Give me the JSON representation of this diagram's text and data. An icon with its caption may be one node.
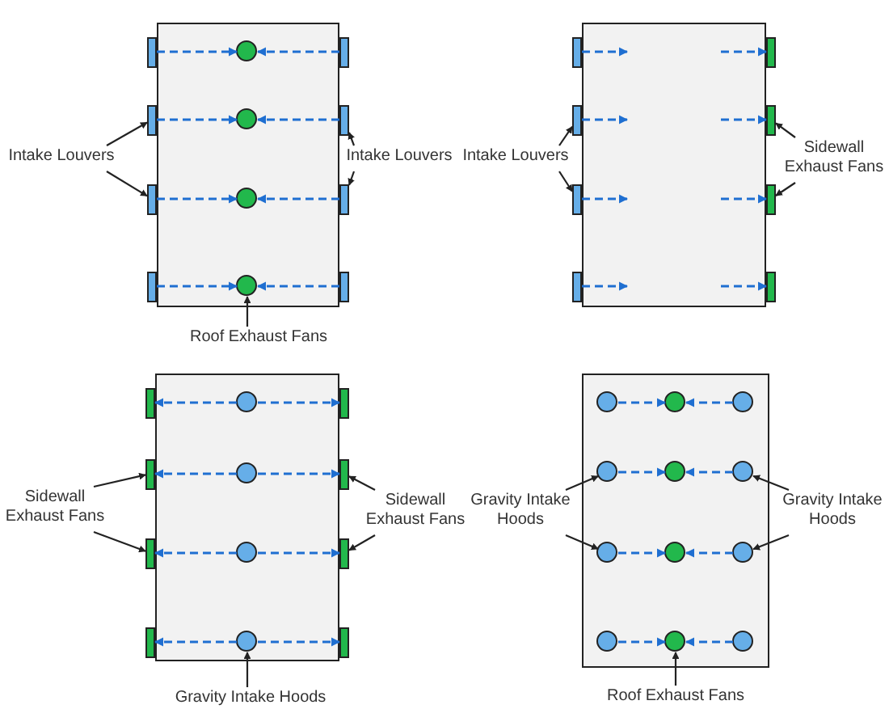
{
  "diagram": {
    "nodes": [
      {
        "text": [],
        "shape": "box"
      },
      {
        "text": [],
        "shape": "bar"
      },
      {
        "text": [],
        "shape": "circle",
        "in": 0
      },
      {
        "text": [],
        "shape": "bar"
      },
      {
        "text": [],
        "shape": "bar"
      },
      {
        "text": [],
        "shape": "circle",
        "in": 0
      },
      {
        "text": [],
        "shape": "bar"
      },
      {
        "text": [],
        "shape": "bar"
      },
      {
        "text": [],
        "shape": "circle",
        "in": 0
      },
      {
        "text": [],
        "shape": "bar"
      },
      {
        "text": [],
        "shape": "bar"
      },
      {
        "text": [],
        "shape": "circle",
        "in": 0
      },
      {
        "text": [],
        "shape": "bar"
      },
      {
        "text": [
          "Intake Louvers"
        ]
      },
      {
        "text": [
          "Intake Louvers"
        ]
      },
      {
        "text": [
          "Roof Exhaust Fans"
        ]
      },
      {
        "text": [],
        "shape": "box"
      },
      {
        "text": [],
        "shape": "bar"
      },
      {
        "text": [],
        "shape": "bar"
      },
      {
        "text": [],
        "shape": "bar"
      },
      {
        "text": [],
        "shape": "bar"
      },
      {
        "text": [],
        "shape": "bar"
      },
      {
        "text": [],
        "shape": "bar"
      },
      {
        "text": [],
        "shape": "bar"
      },
      {
        "text": [],
        "shape": "bar"
      },
      {
        "text": [
          "Intake Louvers"
        ]
      },
      {
        "text": [
          "Sidewall Exhaust Fans"
        ]
      },
      {
        "text": [],
        "shape": "box"
      },
      {
        "text": [],
        "shape": "bar"
      },
      {
        "text": [],
        "shape": "circle",
        "in": 27
      },
      {
        "text": [],
        "shape": "bar"
      },
      {
        "text": [],
        "shape": "bar"
      },
      {
        "text": [],
        "shape": "circle",
        "in": 27
      },
      {
        "text": [],
        "shape": "bar"
      },
      {
        "text": [],
        "shape": "bar"
      },
      {
        "text": [],
        "shape": "circle",
        "in": 27
      },
      {
        "text": [],
        "shape": "bar"
      },
      {
        "text": [],
        "shape": "bar"
      },
      {
        "text": [],
        "shape": "circle",
        "in": 27
      },
      {
        "text": [],
        "shape": "bar"
      },
      {
        "text": [
          "Sidewall Exhaust Fans"
        ]
      },
      {
        "text": [
          "Sidewall Exhaust Fans"
        ]
      },
      {
        "text": [
          "Gravity Intake Hoods"
        ]
      },
      {
        "text": [],
        "shape": "box"
      },
      {
        "text": [],
        "shape": "circle",
        "in": 43
      },
      {
        "text": [],
        "shape": "circle",
        "in": 43
      },
      {
        "text": [],
        "shape": "circle",
        "in": 43
      },
      {
        "text": [],
        "shape": "circle",
        "in": 43
      },
      {
        "text": [],
        "shape": "circle",
        "in": 43
      },
      {
        "text": [],
        "shape": "circle",
        "in": 43
      },
      {
        "text": [],
        "shape": "circle",
        "in": 43
      },
      {
        "text": [],
        "shape": "circle",
        "in": 43
      },
      {
        "text": [],
        "shape": "circle",
        "in": 43
      },
      {
        "text": [],
        "shape": "circle",
        "in": 43
      },
      {
        "text": [],
        "shape": "circle",
        "in": 43
      },
      {
        "text": [],
        "shape": "circle",
        "in": 43
      },
      {
        "text": [
          "Gravity Intake Hoods"
        ]
      },
      {
        "text": [
          "Gravity Intake Hoods"
        ]
      },
      {
        "text": [
          "Roof Exhaust Fans"
        ]
      }
    ],
    "edges": [
      {
        "from": 1,
        "to": 2,
        "arrow": "to",
        "style": "dashed",
        "color": "#1f6fd1"
      },
      {
        "from": 3,
        "to": 2,
        "arrow": "to",
        "style": "dashed",
        "color": "#1f6fd1"
      },
      {
        "from": 4,
        "to": 5,
        "arrow": "to",
        "style": "dashed",
        "color": "#1f6fd1"
      },
      {
        "from": 6,
        "to": 5,
        "arrow": "to",
        "style": "dashed",
        "color": "#1f6fd1"
      },
      {
        "from": 7,
        "to": 8,
        "arrow": "to",
        "style": "dashed",
        "color": "#1f6fd1"
      },
      {
        "from": 9,
        "to": 8,
        "arrow": "to",
        "style": "dashed",
        "color": "#1f6fd1"
      },
      {
        "from": 10,
        "to": 11,
        "arrow": "to",
        "style": "dashed",
        "color": "#1f6fd1"
      },
      {
        "from": 12,
        "to": 11,
        "arrow": "to",
        "style": "dashed",
        "color": "#1f6fd1"
      },
      {
        "from": 17,
        "to": 16,
        "arrow": "to",
        "style": "dashed",
        "color": "#1f6fd1"
      },
      {
        "from": 16,
        "to": 18,
        "arrow": "to",
        "style": "dashed",
        "color": "#1f6fd1"
      },
      {
        "from": 19,
        "to": 16,
        "arrow": "to",
        "style": "dashed",
        "color": "#1f6fd1"
      },
      {
        "from": 16,
        "to": 20,
        "arrow": "to",
        "style": "dashed",
        "color": "#1f6fd1"
      },
      {
        "from": 21,
        "to": 16,
        "arrow": "to",
        "style": "dashed",
        "color": "#1f6fd1"
      },
      {
        "from": 16,
        "to": 22,
        "arrow": "to",
        "style": "dashed",
        "color": "#1f6fd1"
      },
      {
        "from": 23,
        "to": 16,
        "arrow": "to",
        "style": "dashed",
        "color": "#1f6fd1"
      },
      {
        "from": 16,
        "to": 24,
        "arrow": "to",
        "style": "dashed",
        "color": "#1f6fd1"
      },
      {
        "from": 29,
        "to": 28,
        "arrow": "to",
        "style": "dashed",
        "color": "#1f6fd1"
      },
      {
        "from": 29,
        "to": 30,
        "arrow": "to",
        "style": "dashed",
        "color": "#1f6fd1"
      },
      {
        "from": 32,
        "to": 31,
        "arrow": "to",
        "style": "dashed",
        "color": "#1f6fd1"
      },
      {
        "from": 32,
        "to": 33,
        "arrow": "to",
        "style": "dashed",
        "color": "#1f6fd1"
      },
      {
        "from": 35,
        "to": 34,
        "arrow": "to",
        "style": "dashed",
        "color": "#1f6fd1"
      },
      {
        "from": 35,
        "to": 36,
        "arrow": "to",
        "style": "dashed",
        "color": "#1f6fd1"
      },
      {
        "from": 38,
        "to": 37,
        "arrow": "to",
        "style": "dashed",
        "color": "#1f6fd1"
      },
      {
        "from": 38,
        "to": 39,
        "arrow": "to",
        "style": "dashed",
        "color": "#1f6fd1"
      },
      {
        "from": 44,
        "to": 45,
        "arrow": "to",
        "style": "dashed",
        "color": "#1f6fd1"
      },
      {
        "from": 46,
        "to": 45,
        "arrow": "to",
        "style": "dashed",
        "color": "#1f6fd1"
      },
      {
        "from": 47,
        "to": 48,
        "arrow": "to",
        "style": "dashed",
        "color": "#1f6fd1"
      },
      {
        "from": 49,
        "to": 48,
        "arrow": "to",
        "style": "dashed",
        "color": "#1f6fd1"
      },
      {
        "from": 50,
        "to": 51,
        "arrow": "to",
        "style": "dashed",
        "color": "#1f6fd1"
      },
      {
        "from": 52,
        "to": 51,
        "arrow": "to",
        "style": "dashed",
        "color": "#1f6fd1"
      },
      {
        "from": 53,
        "to": 54,
        "arrow": "to",
        "style": "dashed",
        "color": "#1f6fd1"
      },
      {
        "from": 55,
        "to": 54,
        "arrow": "to",
        "style": "dashed",
        "color": "#1f6fd1"
      },
      {
        "from": 13,
        "to": 4,
        "arrow": "to",
        "color": "#222222"
      },
      {
        "from": 13,
        "to": 7,
        "arrow": "to",
        "color": "#222222"
      },
      {
        "from": 14,
        "to": 6,
        "arrow": "to",
        "color": "#222222"
      },
      {
        "from": 14,
        "to": 9,
        "arrow": "to",
        "color": "#222222"
      },
      {
        "from": 15,
        "to": 11,
        "arrow": "to",
        "color": "#222222"
      },
      {
        "from": 25,
        "to": 19,
        "arrow": "to",
        "color": "#222222"
      },
      {
        "from": 25,
        "to": 21,
        "arrow": "to",
        "color": "#222222"
      },
      {
        "from": 26,
        "to": 20,
        "arrow": "to",
        "color": "#222222"
      },
      {
        "from": 26,
        "to": 22,
        "arrow": "to",
        "color": "#222222"
      },
      {
        "from": 40,
        "to": 31,
        "arrow": "to",
        "color": "#222222"
      },
      {
        "from": 40,
        "to": 34,
        "arrow": "to",
        "color": "#222222"
      },
      {
        "from": 41,
        "to": 33,
        "arrow": "to",
        "color": "#222222"
      },
      {
        "from": 41,
        "to": 36,
        "arrow": "to",
        "color": "#222222"
      },
      {
        "from": 42,
        "to": 38,
        "arrow": "to",
        "color": "#222222"
      },
      {
        "from": 56,
        "to": 47,
        "arrow": "to",
        "color": "#222222"
      },
      {
        "from": 56,
        "to": 50,
        "arrow": "to",
        "color": "#222222"
      },
      {
        "from": 57,
        "to": 49,
        "arrow": "to",
        "color": "#222222"
      },
      {
        "from": 57,
        "to": 52,
        "arrow": "to",
        "color": "#222222"
      },
      {
        "from": 58,
        "to": 54,
        "arrow": "to",
        "color": "#222222"
      }
    ]
  }
}
